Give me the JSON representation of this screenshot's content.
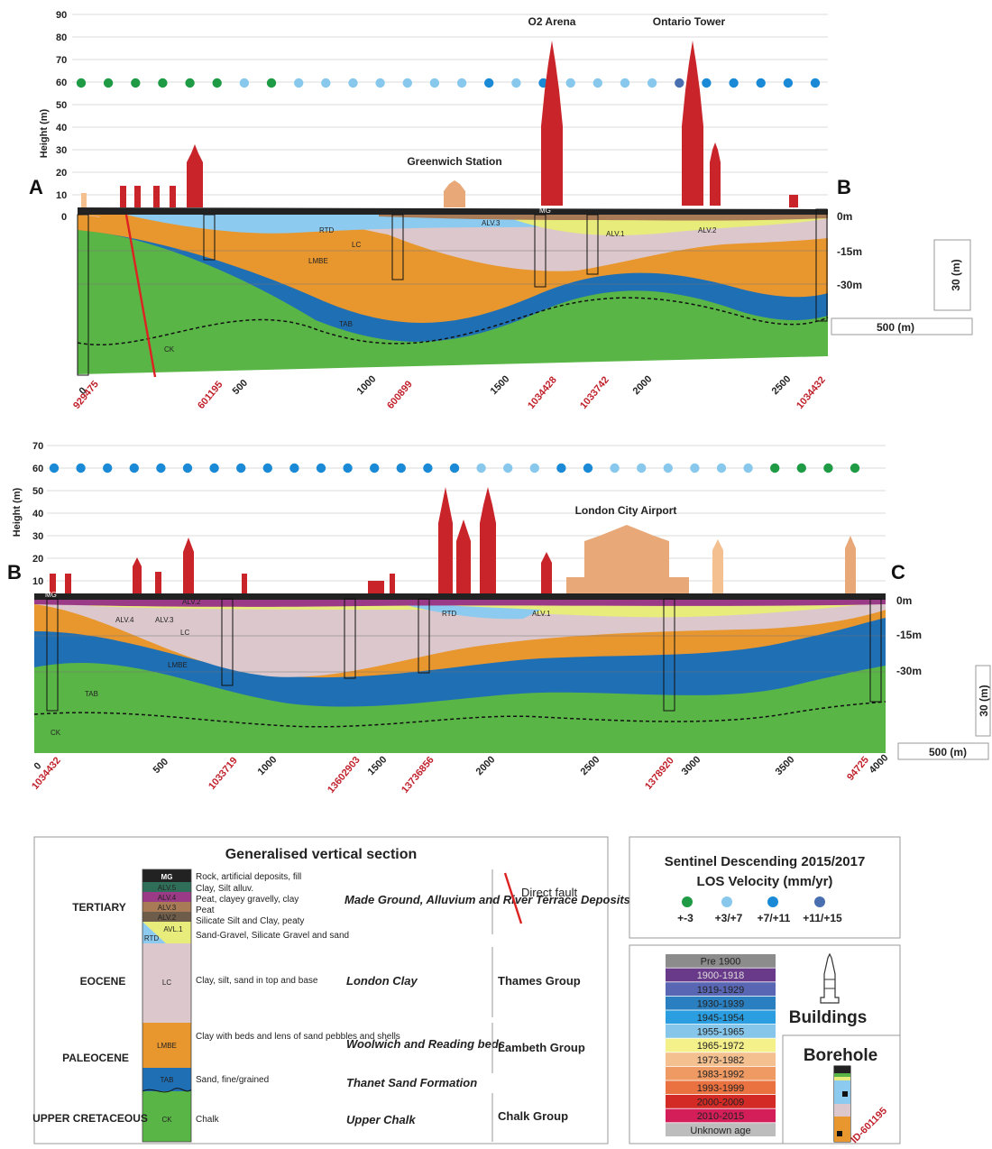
{
  "section_ab": {
    "start_label": "A",
    "end_label": "B",
    "y_axis_label": "Height (m)",
    "y_ticks": [
      "90",
      "80",
      "70",
      "60",
      "50",
      "40",
      "30",
      "20",
      "10",
      "0"
    ],
    "x_ticks": [
      "0",
      "500",
      "1000",
      "1500",
      "2000",
      "2500"
    ],
    "boreholes": [
      "929475",
      "601195",
      "600899",
      "1034428",
      "1033742",
      "1034432"
    ],
    "depth_labels": [
      "0m",
      "-15m",
      "-30m"
    ],
    "scale_vertical": "30 (m)",
    "scale_horizontal": "500 (m)",
    "landmarks": [
      "O2 Arena",
      "Ontario Tower",
      "Greenwich Station"
    ],
    "unit_labels": [
      "MG",
      "ALV.3",
      "ALV.1",
      "ALV.2",
      "RTD",
      "LC",
      "LMBE",
      "TAB",
      "CK"
    ],
    "velocity_points": [
      "green",
      "green",
      "green",
      "green",
      "green",
      "green",
      "light",
      "green",
      "light",
      "light",
      "light",
      "light",
      "light",
      "light",
      "light",
      "blue",
      "light",
      "blue",
      "light",
      "light",
      "light",
      "light",
      "steel",
      "blue",
      "blue",
      "blue",
      "blue",
      "blue"
    ]
  },
  "section_bc": {
    "start_label": "B",
    "end_label": "C",
    "y_axis_label": "Height (m)",
    "y_ticks": [
      "70",
      "60",
      "50",
      "40",
      "30",
      "20",
      "10"
    ],
    "x_ticks": [
      "0",
      "500",
      "1000",
      "1500",
      "2000",
      "2500",
      "3000",
      "3500",
      "4000"
    ],
    "boreholes": [
      "1034432",
      "1033719",
      "13602903",
      "13736856",
      "1378920",
      "94725"
    ],
    "depth_labels": [
      "0m",
      "-15m",
      "-30m"
    ],
    "scale_vertical": "30 (m)",
    "scale_horizontal": "500 (m)",
    "landmarks": [
      "London City Airport"
    ],
    "unit_labels": [
      "MG",
      "ALV.2",
      "ALV.4",
      "ALV.3",
      "LC",
      "RTD",
      "ALV.1",
      "LMBE",
      "TAB",
      "CK"
    ],
    "velocity_points": [
      "blue",
      "blue",
      "blue",
      "blue",
      "blue",
      "blue",
      "blue",
      "blue",
      "blue",
      "blue",
      "blue",
      "blue",
      "blue",
      "blue",
      "blue",
      "blue",
      "light",
      "light",
      "light",
      "blue",
      "blue",
      "light",
      "light",
      "light",
      "light",
      "light",
      "light",
      "green",
      "green",
      "green",
      "green"
    ]
  },
  "legend": {
    "title": "Generalised vertical section",
    "eras": [
      "TERTIARY",
      "EOCENE",
      "PALEOCENE",
      "UPPER CRETACEOUS"
    ],
    "rows": [
      {
        "code": "MG",
        "color": "#222222",
        "desc": "Rock, artificial deposits, fill"
      },
      {
        "code": "ALV.5",
        "color": "#2f6f5a",
        "desc": "Clay, Silt alluv."
      },
      {
        "code": "ALV.4",
        "color": "#9b3a86",
        "desc": "Peat, clayey gravelly, clay"
      },
      {
        "code": "ALV.3",
        "color": "#a87a55",
        "desc": "Peat"
      },
      {
        "code": "ALV.2",
        "color": "#6e5d4b",
        "desc": "Silicate Silt and Clay, peaty"
      },
      {
        "code": "AVL.1",
        "color": "#e8ec7a",
        "desc": "Sand-Gravel, Silicate Gravel and sand"
      },
      {
        "code": "RTD",
        "color": "#8ccaf0",
        "desc": ""
      },
      {
        "code": "LC",
        "color": "#dcc8cc",
        "desc": "Clay, silt, sand in top and base"
      },
      {
        "code": "LMBE",
        "color": "#e8962e",
        "desc": "Clay with beds and lens of sand pebbles and shells"
      },
      {
        "code": "TAB",
        "color": "#1f6fb4",
        "desc": "Sand, fine/grained"
      },
      {
        "code": "CK",
        "color": "#5ab547",
        "desc": "Chalk"
      }
    ],
    "formations": [
      "Made Ground, Alluvium and River Terrace Deposits",
      "London Clay",
      "Woolwich and Reading beds",
      "Thanet Sand Formation",
      "Upper Chalk"
    ],
    "groups": [
      "Thames Group",
      "Lambeth Group",
      "Chalk Group"
    ],
    "fault_label": "Direct fault"
  },
  "velocity_legend": {
    "title": "Sentinel Descending 2015/2017 LOS Velocity (mm/yr)",
    "classes": [
      {
        "label": "+-3",
        "color": "#1f9a45"
      },
      {
        "label": "+3/+7",
        "color": "#88c8ec"
      },
      {
        "label": "+7/+11",
        "color": "#1a8ad6"
      },
      {
        "label": "+11/+15",
        "color": "#4a6fb0"
      }
    ]
  },
  "age_legend": {
    "items": [
      {
        "label": "Pre 1900",
        "color": "#8c8c8c"
      },
      {
        "label": "1900-1918",
        "color": "#6a3a8a"
      },
      {
        "label": "1919-1929",
        "color": "#5866b4"
      },
      {
        "label": "1930-1939",
        "color": "#2a7fc0"
      },
      {
        "label": "1945-1954",
        "color": "#2a9ee0"
      },
      {
        "label": "1955-1965",
        "color": "#86c6ea"
      },
      {
        "label": "1965-1972",
        "color": "#f4f08a"
      },
      {
        "label": "1973-1982",
        "color": "#f4c090"
      },
      {
        "label": "1983-1992",
        "color": "#ee9a62"
      },
      {
        "label": "1993-1999",
        "color": "#ea7240"
      },
      {
        "label": "2000-2009",
        "color": "#d42a26"
      },
      {
        "label": "2010-2015",
        "color": "#d41e5a"
      },
      {
        "label": "Unknown age",
        "color": "#bdbdbd"
      }
    ],
    "buildings_label": "Buildings",
    "borehole_label": "Borehole",
    "borehole_id": "ID-601195"
  }
}
